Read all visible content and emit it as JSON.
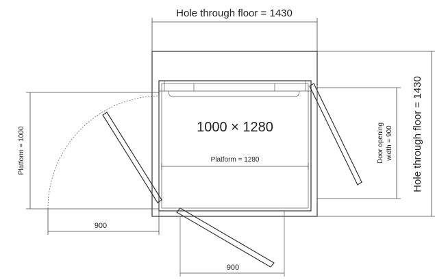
{
  "labels": {
    "hole_top": "Hole through floor = 1430",
    "hole_right": "Hole through floor = 1430",
    "car_size": "1000 × 1280",
    "platform_width": "Platform = 1280",
    "platform_left": "Platform = 1000",
    "door_opening_line1": "Door opening",
    "door_opening_line2": "width = 900",
    "swing_left": "900",
    "swing_bottom": "900"
  }
}
